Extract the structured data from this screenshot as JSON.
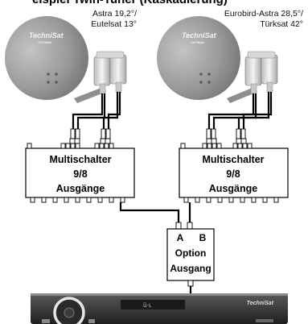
{
  "title_fragment": "eispiel Twin-Tuner (Kaskadierung)",
  "dishes": [
    {
      "label_line1": "Astra 19,2°/",
      "label_line2": "Eutelsat 13°",
      "brand": "TechniSat",
      "brand_sub": "SATMAN"
    },
    {
      "label_line1": "Eurobird-Astra 28,5°/",
      "label_line2": "Türksat 42°",
      "brand": "TechniSat",
      "brand_sub": "SATMAN"
    }
  ],
  "switches": [
    {
      "line1": "Multischalter",
      "line2": "9/8",
      "line3": "Ausgänge"
    },
    {
      "line1": "Multischalter",
      "line2": "9/8",
      "line3": "Ausgänge"
    }
  ],
  "option_box": {
    "input_a": "A",
    "input_b": "B",
    "line1": "Option",
    "line2": "Ausgang"
  },
  "receiver": {
    "display": "ü·ʟ",
    "brand": "TechniSat"
  }
}
